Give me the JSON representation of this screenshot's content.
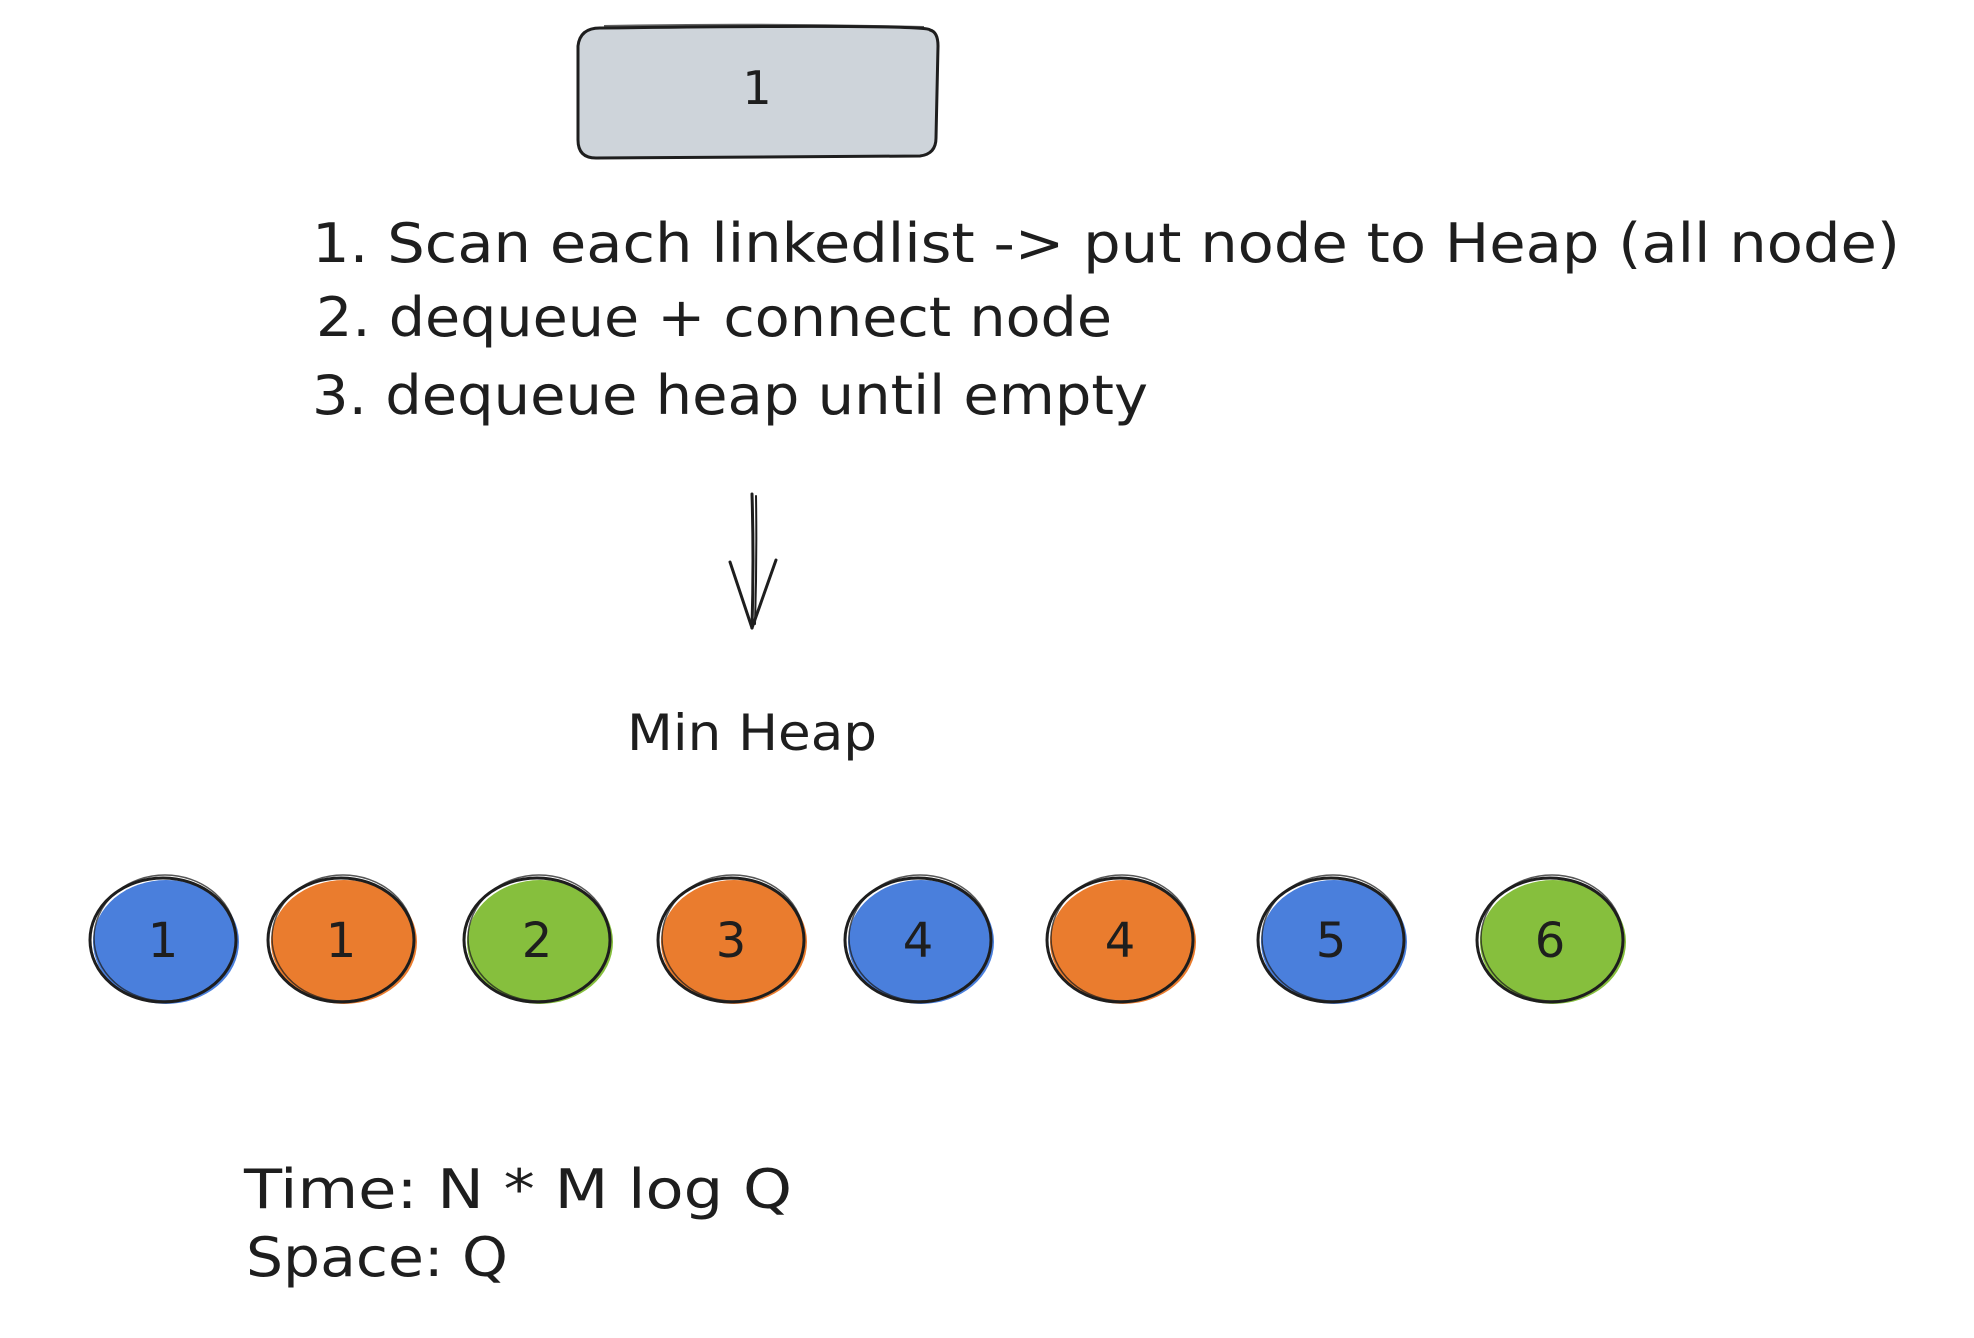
{
  "top_box": {
    "label": "1",
    "fill": "#ced4da",
    "stroke": "#1e1e1e"
  },
  "steps": [
    "1. Scan each linkedlist -> put node to Heap (all node)",
    "2. dequeue + connect node",
    "3. dequeue heap until empty"
  ],
  "heap": {
    "title": "Min Heap",
    "nodes": [
      {
        "value": "1",
        "color": "#4a7fdc"
      },
      {
        "value": "1",
        "color": "#ea7c2e"
      },
      {
        "value": "2",
        "color": "#86bf3d"
      },
      {
        "value": "3",
        "color": "#ea7c2e"
      },
      {
        "value": "4",
        "color": "#4a7fdc"
      },
      {
        "value": "4",
        "color": "#ea7c2e"
      },
      {
        "value": "5",
        "color": "#4a7fdc"
      },
      {
        "value": "6",
        "color": "#86bf3d"
      }
    ]
  },
  "complexity": {
    "time": "Time: N * M log Q",
    "space": "Space: Q"
  }
}
